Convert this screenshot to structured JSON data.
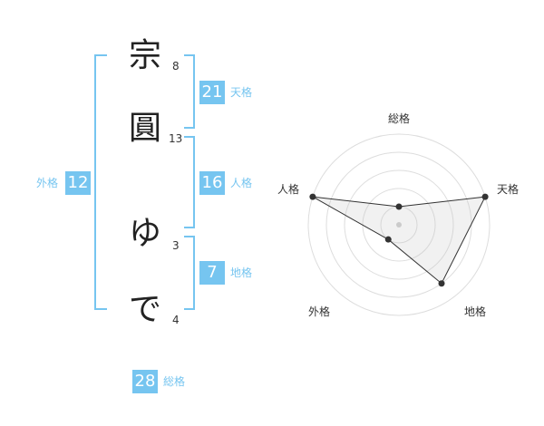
{
  "name": {
    "chars": [
      {
        "char": "宗",
        "strokes": "8"
      },
      {
        "char": "圓",
        "strokes": "13"
      },
      {
        "char": "ゆ",
        "strokes": "3"
      },
      {
        "char": "で",
        "strokes": "4"
      }
    ]
  },
  "fortune": {
    "tenkaku": {
      "value": "21",
      "label": "天格"
    },
    "jinkaku": {
      "value": "16",
      "label": "人格"
    },
    "chikaku": {
      "value": "7",
      "label": "地格"
    },
    "gaikaku": {
      "value": "12",
      "label": "外格"
    },
    "soukaku": {
      "value": "28",
      "label": "総格"
    }
  },
  "colors": {
    "accent": "#76c5f0",
    "text": "#333333"
  },
  "chart_data": {
    "type": "radar",
    "axes": [
      "総格",
      "天格",
      "地格",
      "外格",
      "人格"
    ],
    "values": [
      1,
      5,
      4,
      1,
      5
    ],
    "max": 5
  }
}
